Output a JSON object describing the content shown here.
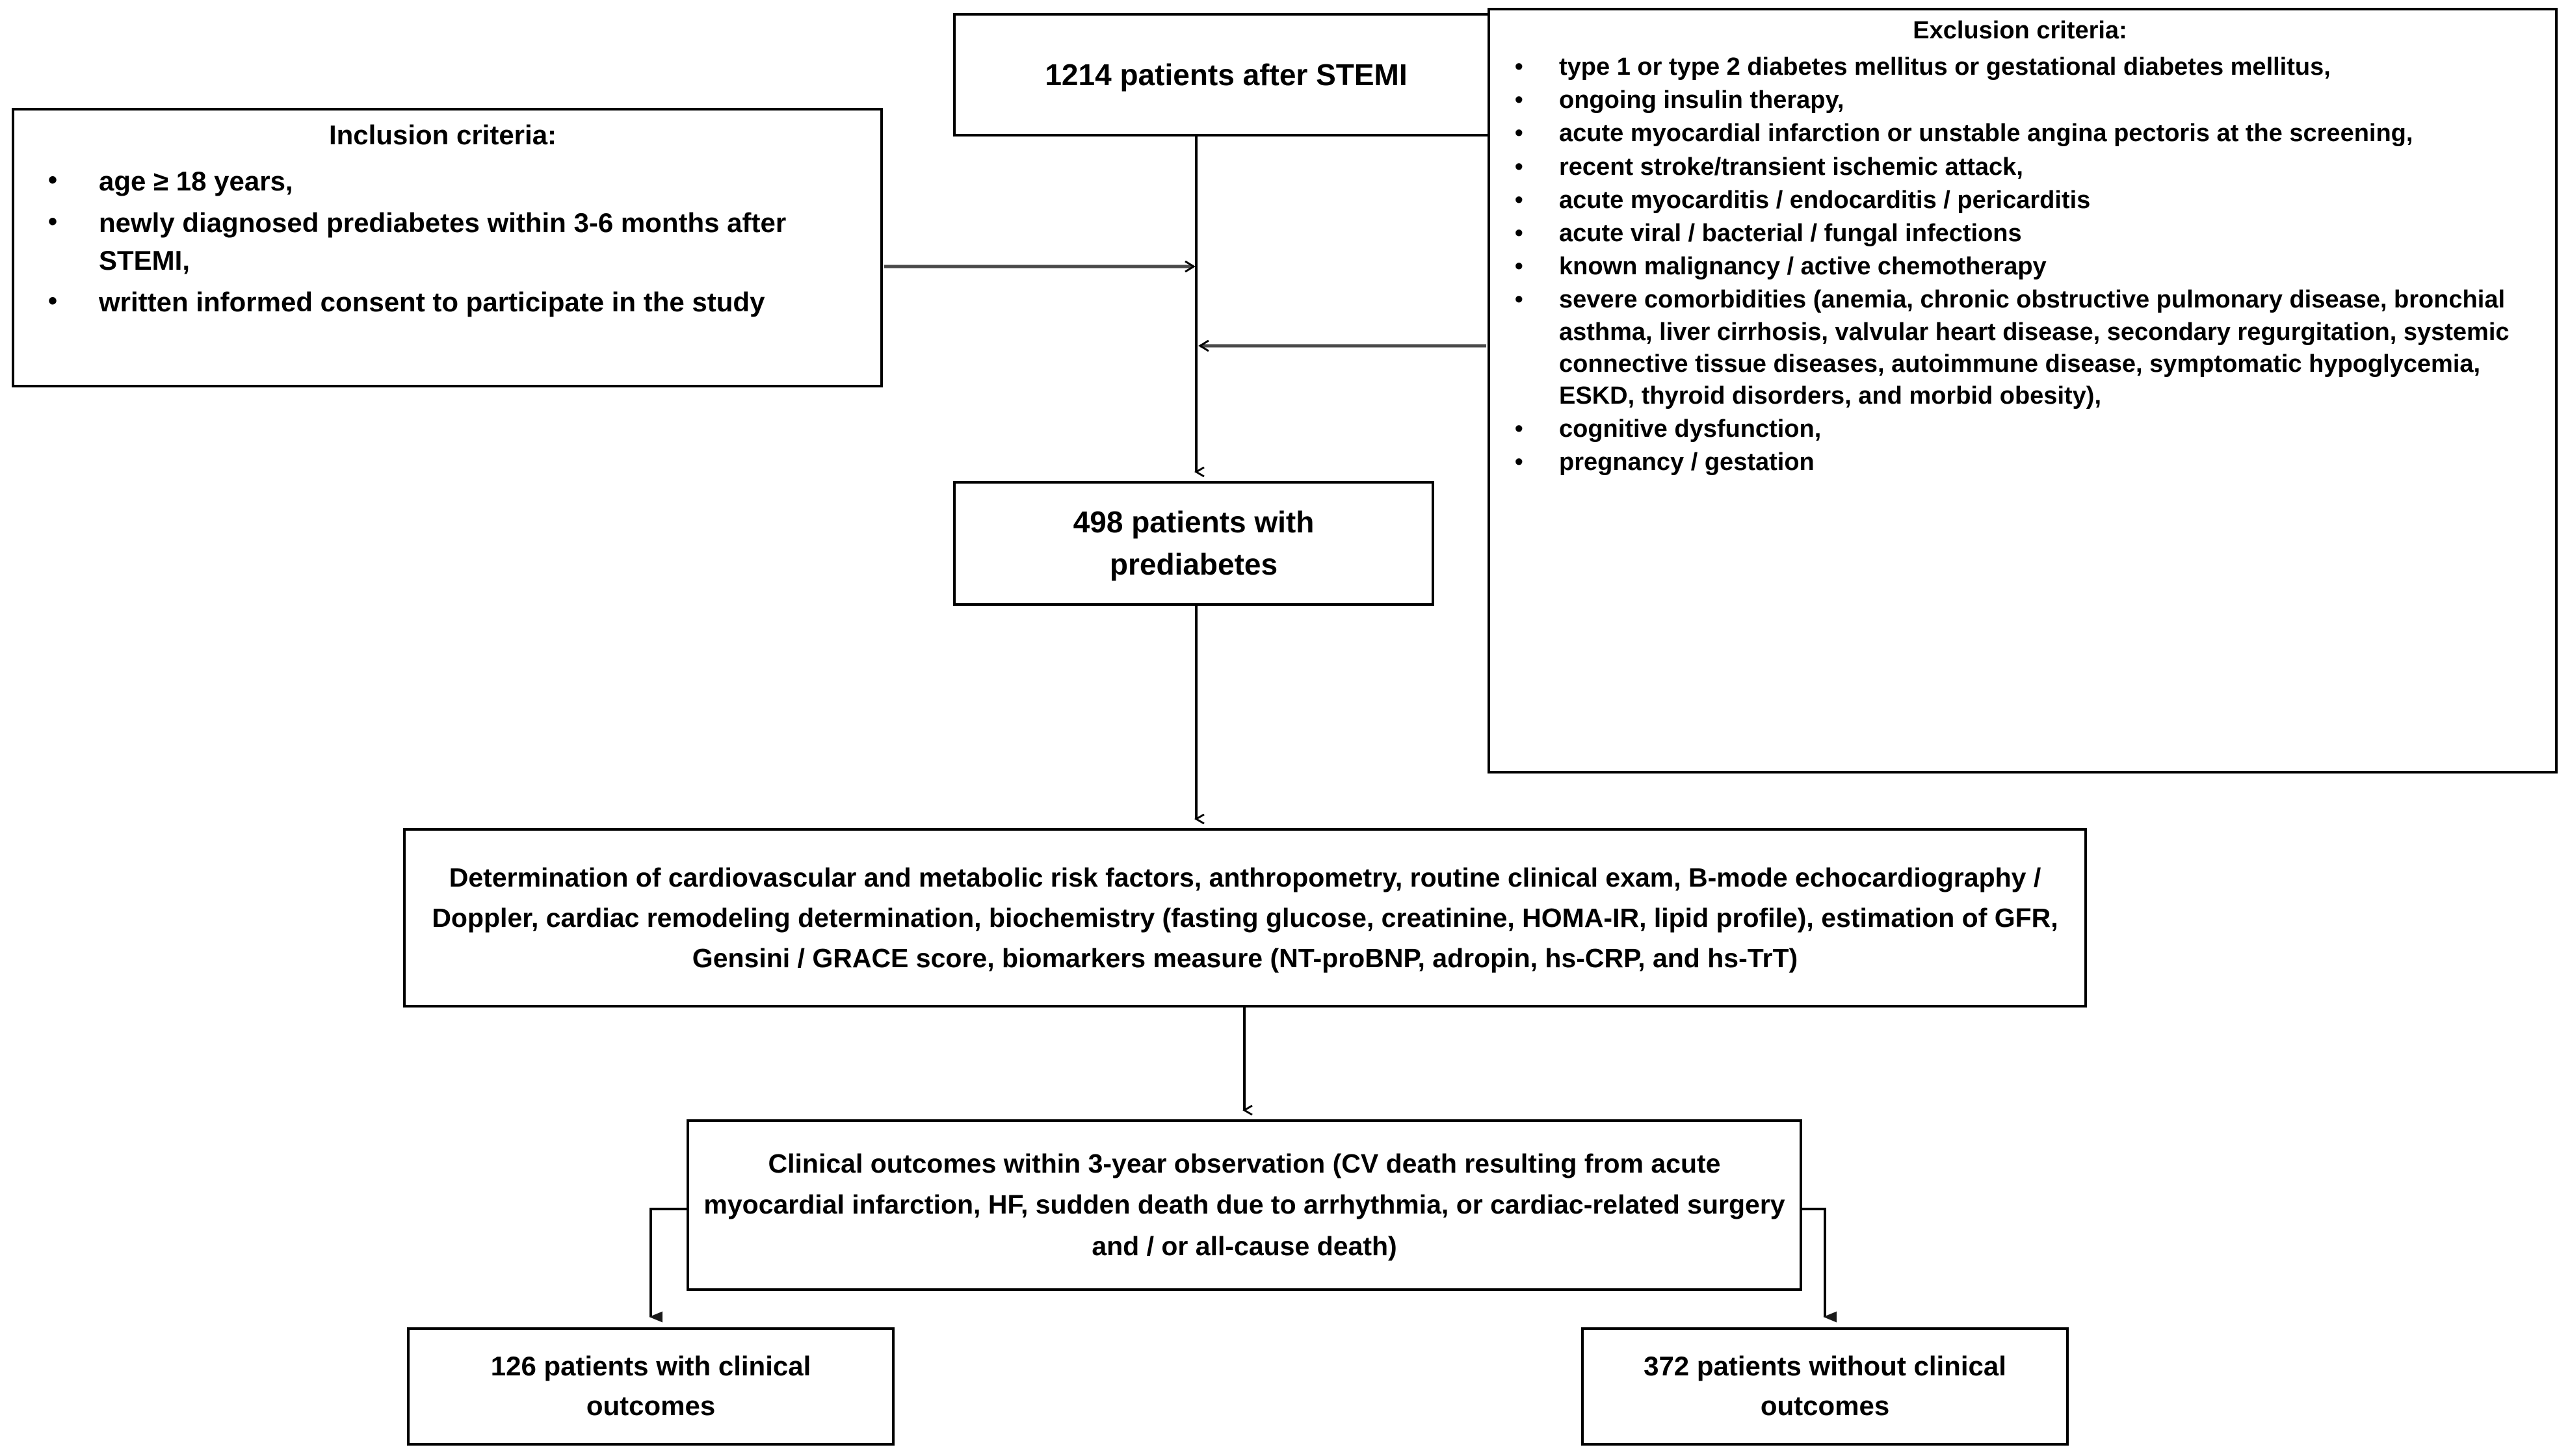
{
  "figure": {
    "kind": "patient-flow-diagram",
    "ink_color": "#000000",
    "paper_color": "#ffffff",
    "connector_color": "#3f3f3f"
  },
  "nodes": {
    "cohort": {
      "text": "1214 patients after STEMI"
    },
    "inclusion": {
      "title": "Inclusion criteria:",
      "items": [
        "age ≥ 18 years,",
        "newly diagnosed prediabetes within 3-6 months after STEMI,",
        "written informed consent to participate in the study"
      ]
    },
    "exclusion": {
      "title": "Exclusion criteria:",
      "items": [
        "type 1 or type 2 diabetes mellitus or gestational diabetes mellitus,",
        "ongoing insulin therapy,",
        "acute myocardial infarction or unstable angina pectoris at the screening,",
        "recent stroke/transient ischemic attack,",
        "acute myocarditis / endocarditis / pericarditis",
        "acute viral / bacterial / fungal infections",
        "known malignancy / active chemotherapy",
        "severe comorbidities (anemia, chronic obstructive pulmonary disease, bronchial asthma, liver cirrhosis, valvular heart disease, secondary regurgitation, systemic connective tissue diseases, autoimmune disease, symptomatic hypoglycemia, ESKD, thyroid disorders, and morbid obesity),",
        "cognitive dysfunction,",
        "pregnancy / gestation"
      ]
    },
    "prediabetes": {
      "line1": "498 patients with",
      "line2": "prediabetes"
    },
    "determination": {
      "text": "Determination of cardiovascular and metabolic risk factors, anthropometry, routine clinical exam, B-mode echocardiography / Doppler, cardiac remodeling determination, biochemistry (fasting glucose, creatinine, HOMA-IR, lipid profile), estimation of GFR, Gensini / GRACE score, biomarkers measure (NT-proBNP, adropin, hs-CRP, and hs-TrT)"
    },
    "outcomes": {
      "text": "Clinical outcomes within 3-year observation (CV death resulting from acute myocardial infarction, HF, sudden death due to arrhythmia, or cardiac-related surgery and / or all-cause death)"
    },
    "with_outcomes": {
      "line1": "126 patients with clinical",
      "line2": "outcomes"
    },
    "without_outcomes": {
      "line1": "372 patients without clinical",
      "line2": "outcomes"
    }
  },
  "edges": [
    {
      "name": "cohort-to-prediabetes",
      "from": "cohort",
      "to": "prediabetes",
      "style": "arrow-down"
    },
    {
      "name": "inclusion-to-spine",
      "from": "inclusion",
      "to": "cohort-spine",
      "style": "arrow-right"
    },
    {
      "name": "exclusion-to-spine",
      "from": "exclusion",
      "to": "cohort-spine",
      "style": "arrow-left"
    },
    {
      "name": "prediabetes-to-determination",
      "from": "prediabetes",
      "to": "determination",
      "style": "arrow-down"
    },
    {
      "name": "determination-to-outcomes",
      "from": "determination",
      "to": "outcomes",
      "style": "arrow-down"
    },
    {
      "name": "outcomes-to-with",
      "from": "outcomes",
      "to": "with_outcomes",
      "style": "elbow-down-left"
    },
    {
      "name": "outcomes-to-without",
      "from": "outcomes",
      "to": "without_outcomes",
      "style": "elbow-down-right"
    }
  ]
}
